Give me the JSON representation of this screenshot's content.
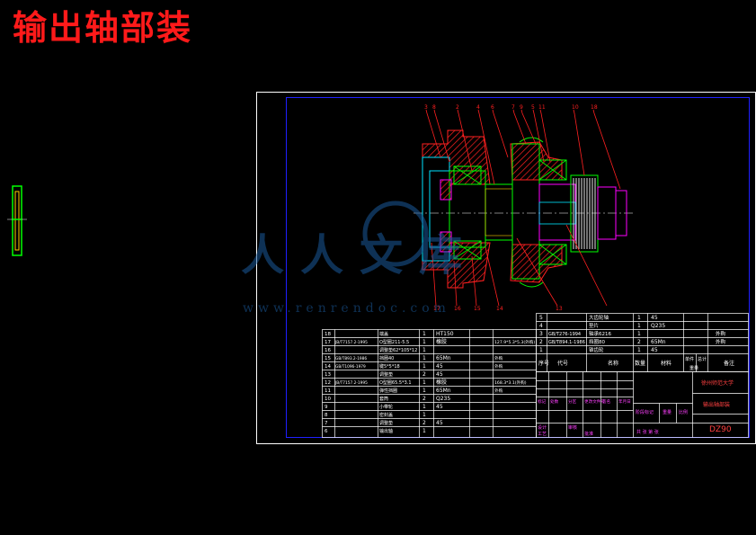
{
  "title": "输出轴部装",
  "watermark": {
    "brand": "人人文库",
    "url": "www.renrendoc.com"
  },
  "colors": {
    "background": "#000000",
    "title": "#ff1a1a",
    "frame": "#ffffff",
    "inner_frame": "#2020ff",
    "part": "#00ff00",
    "section": "#ff2020",
    "cyan": "#00e5ff",
    "magenta": "#ff00ff",
    "table_text_red": "#ff4040",
    "table_text_white": "#ffffff",
    "table_text_mag": "#ff40ff"
  },
  "balloons": [
    "3",
    "8",
    "2",
    "4",
    "6",
    "7",
    "9",
    "5",
    "11",
    "10",
    "18",
    "17",
    "16",
    "15",
    "14",
    "13"
  ],
  "bom_top": [
    {
      "no": "5",
      "name": "大齿轮轴",
      "qty": "1",
      "mat": "45",
      "note": ""
    },
    {
      "no": "4",
      "name": "垫片",
      "qty": "1",
      "mat": "Q235",
      "note": ""
    },
    {
      "no": "3",
      "std": "GB/T276-1994",
      "name": "轴承6216",
      "qty": "1",
      "mat": "",
      "note": "外购"
    },
    {
      "no": "2",
      "std": "GB/T894.1-1986",
      "name": "挡圈80",
      "qty": "2",
      "mat": "65Mn",
      "note": "外购"
    },
    {
      "no": "1",
      "name": "锥齿轮",
      "qty": "1",
      "mat": "45",
      "note": ""
    }
  ],
  "bom_top_header": {
    "no": "序号",
    "code": "代号",
    "name": "名称",
    "qty": "数量",
    "mat": "材料",
    "unit": "单件",
    "total": "总计",
    "weight": "重量",
    "note": "备注"
  },
  "bom_left": [
    {
      "no": "18",
      "std": "",
      "name": "端盖",
      "qty": "1",
      "mat": "HT150",
      "note": ""
    },
    {
      "no": "17",
      "std": "JB/T7157.2-1995",
      "name": "O型圈211-5.5",
      "qty": "1",
      "mat": "橡胶",
      "note": "127.9*5.3*5.3(外购)"
    },
    {
      "no": "16",
      "std": "",
      "name": "调整垫62*105*12",
      "qty": "1",
      "mat": "",
      "note": ""
    },
    {
      "no": "15",
      "std": "GB/T893.2-1986",
      "name": "挡圈40",
      "qty": "1",
      "mat": "65Mn",
      "note": "外购"
    },
    {
      "no": "14",
      "std": "GB/T1096-1979",
      "name": "键5*5*18",
      "qty": "1",
      "mat": "45",
      "note": "外购"
    },
    {
      "no": "13",
      "std": "",
      "name": "调整垫",
      "qty": "2",
      "mat": "45",
      "note": ""
    },
    {
      "no": "12",
      "std": "JB/T7157.2-1995",
      "name": "O型圈65.5*3.1",
      "qty": "1",
      "mat": "橡胶",
      "note": "168.3*3.1(外购)"
    },
    {
      "no": "11",
      "std": "",
      "name": "弹性挡圈",
      "qty": "1",
      "mat": "65Mn",
      "note": "外购"
    },
    {
      "no": "10",
      "std": "",
      "name": "套筒",
      "qty": "2",
      "mat": "Q235",
      "note": ""
    },
    {
      "no": "9",
      "std": "",
      "name": "小带轮",
      "qty": "1",
      "mat": "45",
      "note": ""
    },
    {
      "no": "8",
      "std": "",
      "name": "密封盖",
      "qty": "1",
      "mat": "",
      "note": ""
    },
    {
      "no": "7",
      "std": "",
      "name": "调整垫",
      "qty": "2",
      "mat": "45",
      "note": ""
    },
    {
      "no": "6",
      "std": "",
      "name": "输出轴",
      "qty": "1",
      "mat": "",
      "note": ""
    }
  ],
  "title_block": {
    "school": "徐州师范大学",
    "drawing_name": "输出轴部装",
    "drawing_no": "DZ90",
    "design": "设计",
    "check": "审核",
    "process": "工艺",
    "approve": "批准",
    "stage": "阶段标记",
    "weight": "重量",
    "scale": "比例",
    "sheet": "共 张 第 张",
    "rev_headers": [
      "标记",
      "处数",
      "分区",
      "更改文件号",
      "签名",
      "年月日"
    ]
  }
}
